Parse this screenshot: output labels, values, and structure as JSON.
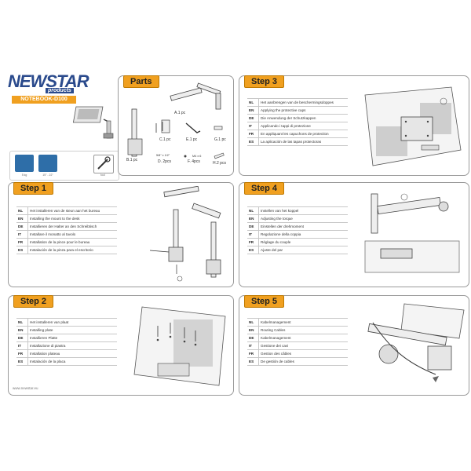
{
  "brand": {
    "logo": "NEWSTAR",
    "sub": "products",
    "model": "NOTEBOOK-D100"
  },
  "cover_icons": [
    {
      "label": "5 kg"
    },
    {
      "label": "15\" - 22\""
    },
    {
      "label": "tool"
    }
  ],
  "parts": {
    "title": "Parts",
    "items": {
      "a": "A.1 pc",
      "b": "B.1 pc",
      "c": "C.1 pc",
      "d_size": "5/8\" x 1/2\"",
      "d": "D. 2pcs",
      "e": "E.1 pc",
      "f_size": "M4 x 6",
      "f": "F. 4pcs",
      "g": "G.1 pc",
      "h": "H.2 pcs"
    }
  },
  "step1": {
    "title": "Step 1",
    "rows": [
      {
        "code": "NL",
        "text": "Het installeren van de steun aan het bureau"
      },
      {
        "code": "EN",
        "text": "Installing the mount to the desk"
      },
      {
        "code": "DE",
        "text": "Installieren der Halter an den Schreibtisch"
      },
      {
        "code": "IT",
        "text": "Installare il monatto al tavolo"
      },
      {
        "code": "FR",
        "text": "Installation de la pince pour le bureau"
      },
      {
        "code": "ES",
        "text": "Instalación de la pinza para el escritorio"
      }
    ]
  },
  "step2": {
    "title": "Step 2",
    "rows": [
      {
        "code": "NL",
        "text": "Het installeren van plaat"
      },
      {
        "code": "EN",
        "text": "Installing plate"
      },
      {
        "code": "DE",
        "text": "Installieren Platte"
      },
      {
        "code": "IT",
        "text": "Installazione di piastra"
      },
      {
        "code": "FR",
        "text": "Installation plateau"
      },
      {
        "code": "ES",
        "text": "Instalación de la placa"
      }
    ]
  },
  "step3": {
    "title": "Step 3",
    "rows": [
      {
        "code": "NL",
        "text": "Het aanbrengen van de beschermingsdoppes"
      },
      {
        "code": "EN",
        "text": "Applying the protective caps"
      },
      {
        "code": "DE",
        "text": "Die Anwendung der Schutzkappen"
      },
      {
        "code": "IT",
        "text": "Applicando i tappi di protezione"
      },
      {
        "code": "FR",
        "text": "En appliquant les capuchons de protection"
      },
      {
        "code": "ES",
        "text": "La aplicación de las tapas protectoras"
      }
    ]
  },
  "step4": {
    "title": "Step 4",
    "rows": [
      {
        "code": "NL",
        "text": "Instellen van het koppel"
      },
      {
        "code": "EN",
        "text": "Adjusting the torque"
      },
      {
        "code": "DE",
        "text": "Einstellen der drehmoment"
      },
      {
        "code": "IT",
        "text": "Regolazione della coppia"
      },
      {
        "code": "FR",
        "text": "Réglage du couple"
      },
      {
        "code": "ES",
        "text": "Ajuste del par"
      }
    ]
  },
  "step5": {
    "title": "Step 5",
    "rows": [
      {
        "code": "NL",
        "text": "Kabelmanagement"
      },
      {
        "code": "EN",
        "text": "Routing Cables"
      },
      {
        "code": "DE",
        "text": "Kabelmanagement"
      },
      {
        "code": "IT",
        "text": "Gestione dei cavi"
      },
      {
        "code": "FR",
        "text": "Gestion des câbles"
      },
      {
        "code": "ES",
        "text": "De gestión de cables"
      }
    ]
  },
  "footer": "www.newstar.eu",
  "colors": {
    "accent": "#f0a020",
    "brand": "#2a4a8c",
    "icon": "#2e6ea8"
  }
}
